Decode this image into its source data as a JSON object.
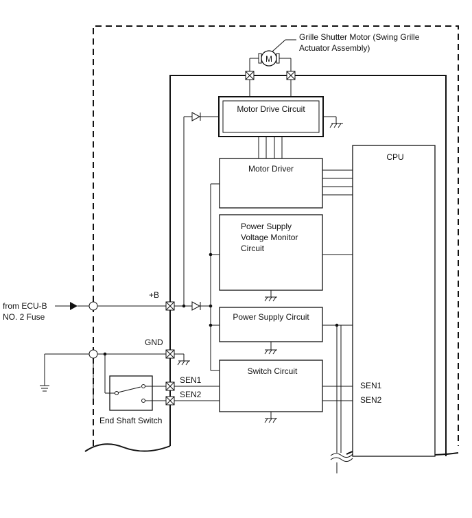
{
  "motor": {
    "label_line1": "Grille Shutter Motor (Swing Grille",
    "label_line2": "Actuator Assembly)",
    "symbol": "M"
  },
  "blocks": {
    "motor_drive_circuit": "Motor Drive Circuit",
    "motor_driver": "Motor Driver",
    "psvm_line1": "Power Supply",
    "psvm_line2": "Voltage Monitor",
    "psvm_line3": "Circuit",
    "power_supply_circuit": "Power Supply Circuit",
    "switch_circuit": "Switch Circuit",
    "cpu": "CPU"
  },
  "terminals": {
    "plus_b": "+B",
    "gnd": "GND",
    "sen1": "SEN1",
    "sen2": "SEN2"
  },
  "cpu_pins": {
    "sen1": "SEN1",
    "sen2": "SEN2"
  },
  "external": {
    "source_line1": "from ECU-B",
    "source_line2": "NO. 2 Fuse",
    "end_shaft_switch": "End Shaft Switch"
  }
}
